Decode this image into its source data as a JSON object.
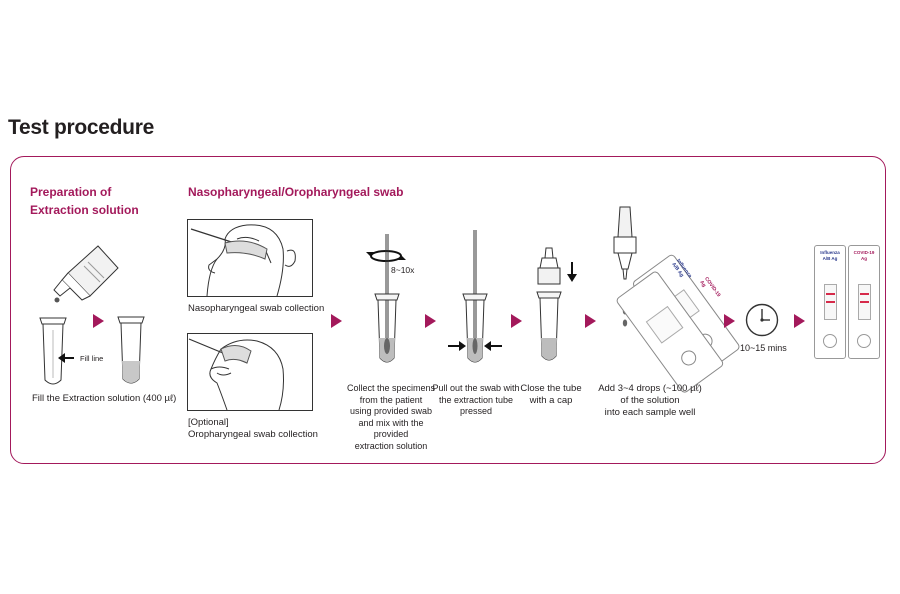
{
  "heading": "Test procedure",
  "sections": {
    "preparation": [
      "Preparation of",
      "Extraction solution"
    ],
    "swab": "Nasopharyngeal/Oropharyngeal swab"
  },
  "labels": {
    "fill_line": "Fill line",
    "rotation": "8~10x",
    "time": "10~15 mins",
    "device1_line1": "Influenza",
    "device1_line2": "A/B Ag",
    "device2_line1": "COVID-19",
    "device2_line2": "Ag"
  },
  "captions": {
    "fill": "Fill the Extraction solution (400 µℓ)",
    "naso": "Nasopharyngeal swab collection",
    "oro_line1": "[Optional]",
    "oro_line2": "Oropharyngeal swab collection",
    "collect": [
      "Collect the specimens",
      "from the patient",
      "using provided swab",
      "and mix with the provided",
      "extraction solution"
    ],
    "pull": [
      "Pull out the swab with",
      "the extraction tube",
      "pressed"
    ],
    "close": [
      "Close the tube",
      "with a cap"
    ],
    "add": [
      "Add 3~4 drops (~100 µℓ)",
      "of the solution",
      "into each sample well"
    ]
  },
  "colors": {
    "accent": "#a3195b",
    "text": "#231f20",
    "line": "#333333"
  }
}
